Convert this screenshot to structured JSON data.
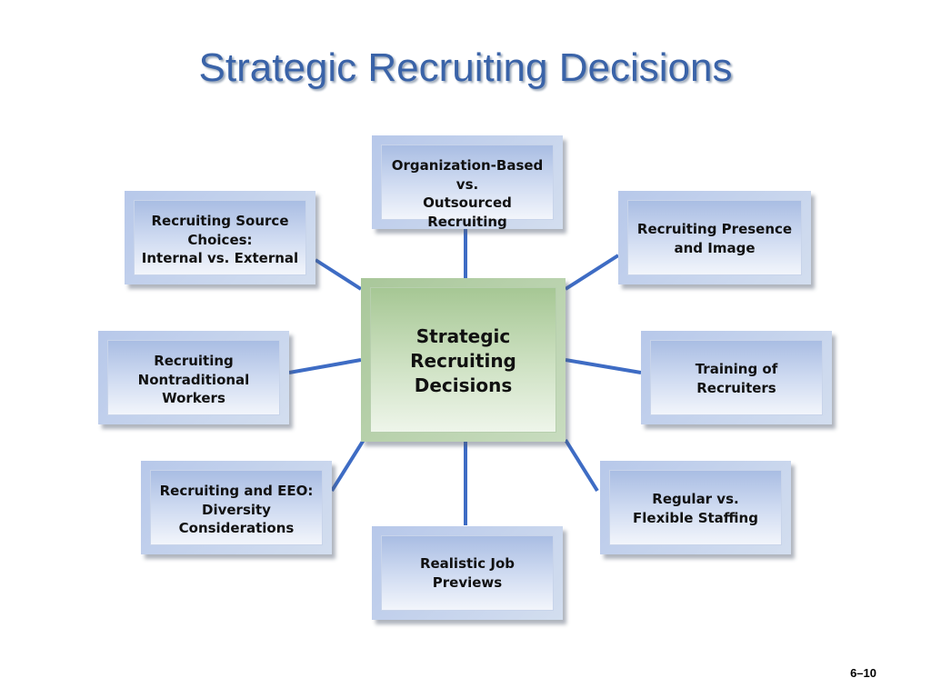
{
  "title": "Strategic Recruiting Decisions",
  "center": {
    "label": "Strategic\nRecruiting\nDecisions"
  },
  "nodes": [
    {
      "id": "org",
      "label": "Organization-Based\nvs.\nOutsourced Recruiting"
    },
    {
      "id": "source",
      "label": "Recruiting Source\nChoices:\nInternal vs. External"
    },
    {
      "id": "presence",
      "label": "Recruiting Presence\nand Image"
    },
    {
      "id": "nontrad",
      "label": "Recruiting\nNontraditional\nWorkers"
    },
    {
      "id": "training",
      "label": "Training of\nRecruiters"
    },
    {
      "id": "eeo",
      "label": "Recruiting and EEO:\nDiversity\nConsiderations"
    },
    {
      "id": "staffing",
      "label": "Regular vs.\nFlexible Staffing"
    },
    {
      "id": "previews",
      "label": "Realistic Job\nPreviews"
    }
  ],
  "colors": {
    "title": "#3a63a8",
    "connector": "#3e6cc4",
    "node_fill": "#c9d6ee",
    "center_fill": "#bcd5b0"
  },
  "page_number": "6–10"
}
